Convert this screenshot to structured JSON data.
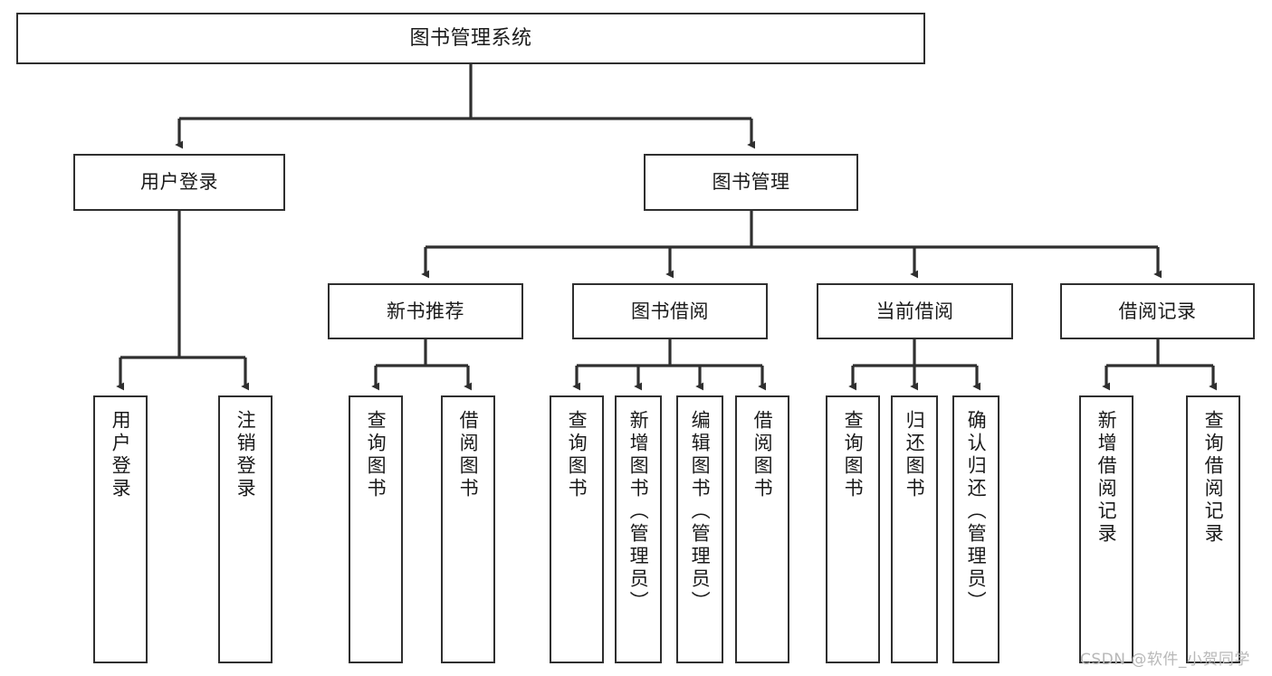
{
  "diagram": {
    "title": "图书管理系统",
    "type": "tree-hierarchy-diagram",
    "colors": {
      "box_border": "#2f2f2f",
      "box_fill": "#ffffff",
      "connector": "#2f2f2f",
      "text": "#1a1a1a",
      "background": "#ffffff",
      "watermark": "#b8b8b8"
    },
    "watermark": "CSDN @软件_小贺同学",
    "nodes": {
      "root": {
        "label": "图书管理系统"
      },
      "level2": [
        {
          "label": "用户登录"
        },
        {
          "label": "图书管理"
        }
      ],
      "level3": [
        {
          "label": "新书推荐"
        },
        {
          "label": "图书借阅"
        },
        {
          "label": "当前借阅"
        },
        {
          "label": "借阅记录"
        }
      ],
      "leaves": {
        "user_login": [
          {
            "label": "用户登录"
          },
          {
            "label": "注销登录"
          }
        ],
        "new_book_recommend": [
          {
            "label": "查询图书"
          },
          {
            "label": "借阅图书"
          }
        ],
        "book_borrow": [
          {
            "label": "查询图书"
          },
          {
            "label": "新增图书（管理员）"
          },
          {
            "label": "编辑图书（管理员）"
          },
          {
            "label": "借阅图书"
          }
        ],
        "current_borrow": [
          {
            "label": "查询图书"
          },
          {
            "label": "归还图书"
          },
          {
            "label": "确认归还（管理员）"
          }
        ],
        "borrow_record": [
          {
            "label": "新增借阅记录"
          },
          {
            "label": "查询借阅记录"
          }
        ]
      }
    }
  }
}
